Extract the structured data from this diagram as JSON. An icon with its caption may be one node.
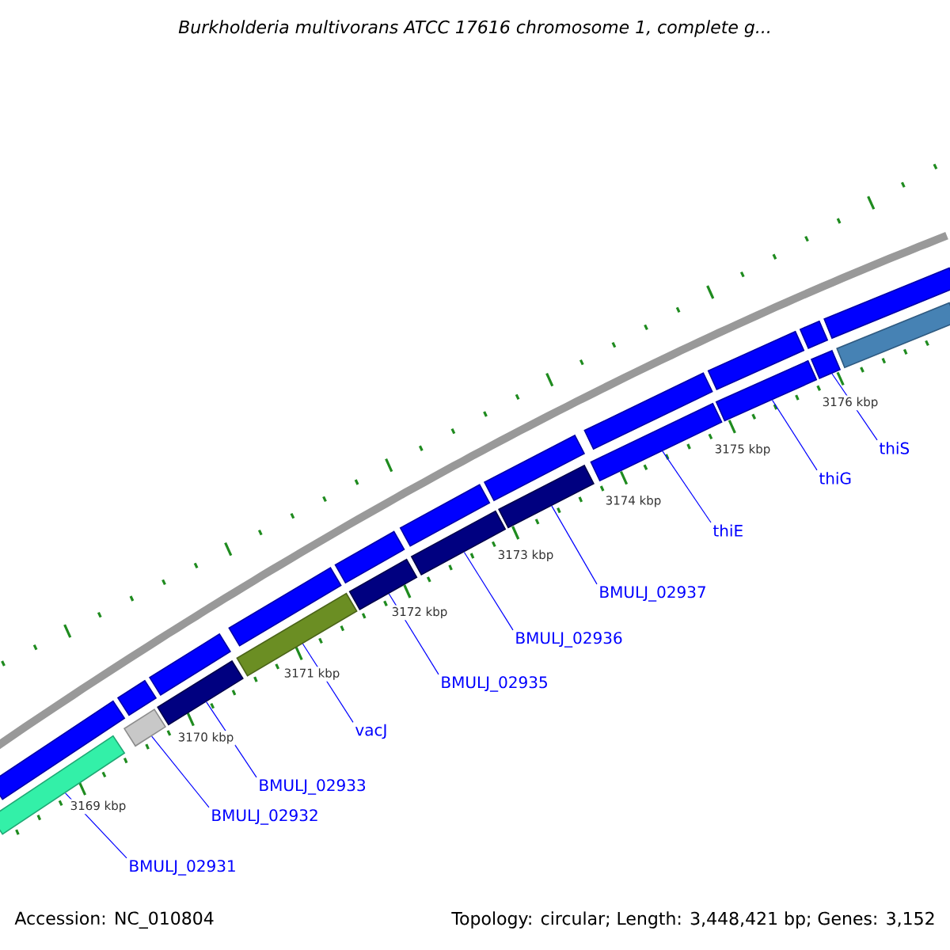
{
  "diagram": {
    "title": "Burkholderia multivorans ATCC 17616 chromosome 1, complete g...",
    "nodes": [
      {
        "text": [
          "BMULJ_02931"
        ]
      },
      {
        "text": [
          "BMULJ_02932"
        ]
      },
      {
        "text": [
          "BMULJ_02933"
        ]
      },
      {
        "text": [
          "vacJ"
        ]
      },
      {
        "text": [
          "BMULJ_02935"
        ]
      },
      {
        "text": [
          "BMULJ_02936"
        ]
      },
      {
        "text": [
          "BMULJ_02937"
        ]
      },
      {
        "text": [
          "thiE"
        ]
      },
      {
        "text": [
          "thiG"
        ]
      },
      {
        "text": [
          "thiS"
        ]
      },
      {
        "text": [],
        "shape": "bar"
      },
      {
        "text": [],
        "shape": "bar"
      },
      {
        "text": [],
        "shape": "bar"
      },
      {
        "text": [],
        "shape": "bar"
      },
      {
        "text": [],
        "shape": "bar"
      },
      {
        "text": [],
        "shape": "bar"
      },
      {
        "text": [],
        "shape": "bar"
      },
      {
        "text": [],
        "shape": "bar"
      },
      {
        "text": [],
        "shape": "bar"
      },
      {
        "text": [],
        "shape": "bar"
      },
      {
        "text": [],
        "shape": "bar"
      },
      {
        "text": [],
        "shape": "bar"
      },
      {
        "text": [],
        "shape": "bar"
      },
      {
        "text": [],
        "shape": "bar"
      },
      {
        "text": [],
        "shape": "bar"
      },
      {
        "text": [],
        "shape": "bar"
      },
      {
        "text": [],
        "shape": "bar"
      },
      {
        "text": [],
        "shape": "bar"
      },
      {
        "text": [],
        "shape": "bar"
      },
      {
        "text": [],
        "shape": "bar"
      },
      {
        "text": [],
        "shape": "bar"
      },
      {
        "text": [],
        "shape": "bar"
      }
    ],
    "edges": [
      {
        "from": 0,
        "to": 10,
        "arrow": "none"
      },
      {
        "from": 1,
        "to": 11,
        "arrow": "none"
      },
      {
        "from": 2,
        "to": 12,
        "arrow": "none"
      },
      {
        "from": 3,
        "to": 13,
        "arrow": "none"
      },
      {
        "from": 4,
        "to": 14,
        "arrow": "none"
      },
      {
        "from": 5,
        "to": 15,
        "arrow": "none"
      },
      {
        "from": 6,
        "to": 16,
        "arrow": "none"
      },
      {
        "from": 7,
        "to": 17,
        "arrow": "none"
      },
      {
        "from": 8,
        "to": 18,
        "arrow": "none"
      },
      {
        "from": 9,
        "to": 19,
        "arrow": "none"
      }
    ],
    "labels": [
      "3169 kbp",
      "3170 kbp",
      "3171 kbp",
      "3172 kbp",
      "3173 kbp",
      "3174 kbp",
      "3175 kbp",
      "3176 kbp",
      "Accession: NC_010804",
      "Topology: circular; Length: 3,448,421 bp; Genes: 3,152"
    ]
  }
}
